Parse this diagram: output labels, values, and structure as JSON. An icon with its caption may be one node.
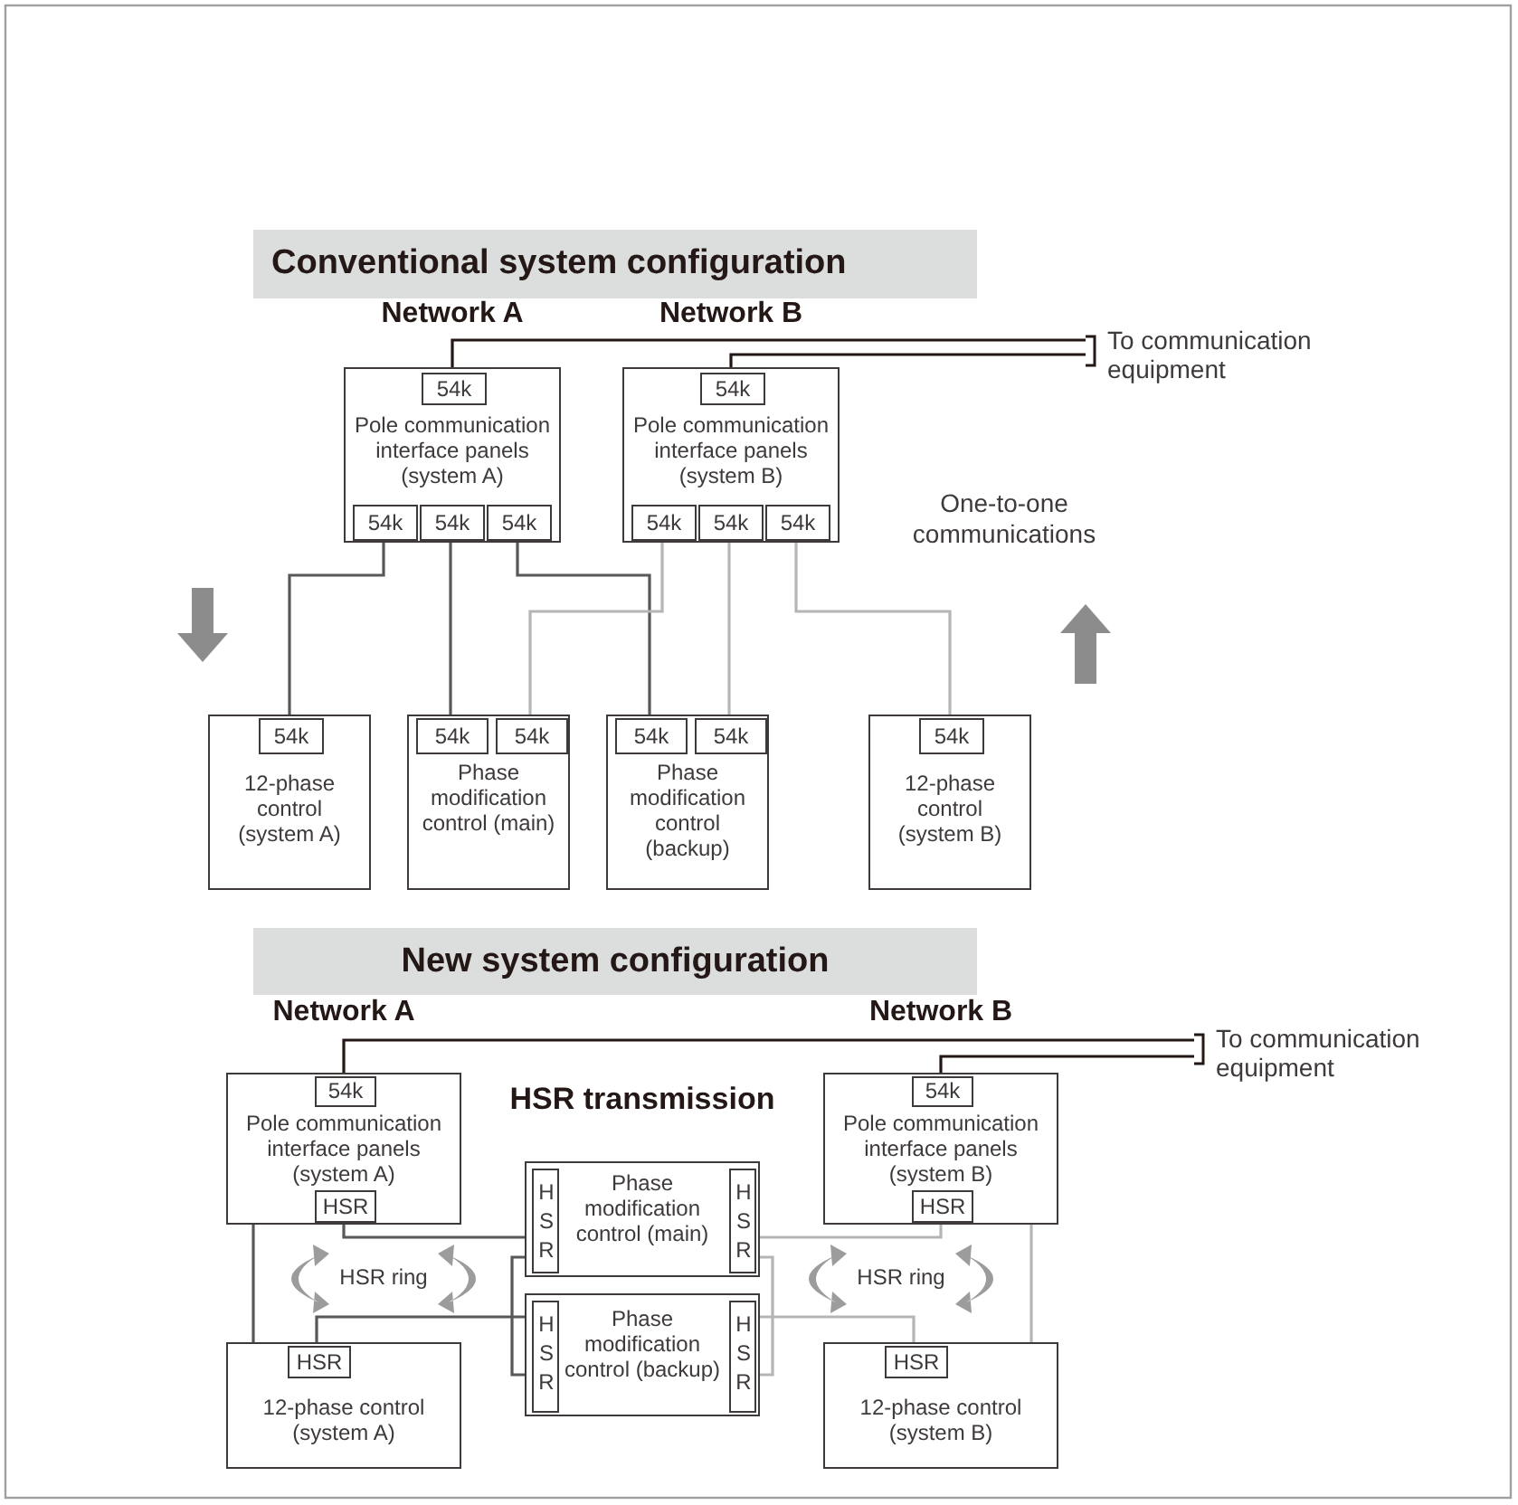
{
  "diagram": {
    "nodes": [
      {
        "text": [
          "Conventional system configuration"
        ]
      },
      {
        "text": [
          "To communication equipment"
        ]
      },
      {
        "text": [
          "Pole communication interface panels (system A)"
        ]
      },
      {
        "text": [
          "54k"
        ],
        "in": 2
      },
      {
        "text": [
          "54k"
        ],
        "in": 2
      },
      {
        "text": [
          "54k"
        ],
        "in": 2
      },
      {
        "text": [
          "54k"
        ],
        "in": 2
      },
      {
        "text": [
          "Pole communication interface panels (system B)"
        ]
      },
      {
        "text": [
          "54k"
        ],
        "in": 7
      },
      {
        "text": [
          "54k"
        ],
        "in": 7
      },
      {
        "text": [
          "54k"
        ],
        "in": 7
      },
      {
        "text": [
          "54k"
        ],
        "in": 7
      },
      {
        "text": [
          "12-phase control (system A)"
        ]
      },
      {
        "text": [
          "54k"
        ],
        "in": 12
      },
      {
        "text": [
          "Phase modification control (main)"
        ]
      },
      {
        "text": [
          "54k"
        ],
        "in": 14
      },
      {
        "text": [
          "54k"
        ],
        "in": 14
      },
      {
        "text": [
          "Phase modification control (backup)"
        ]
      },
      {
        "text": [
          "54k"
        ],
        "in": 17
      },
      {
        "text": [
          "54k"
        ],
        "in": 17
      },
      {
        "text": [
          "12-phase control (system B)"
        ]
      },
      {
        "text": [
          "54k"
        ],
        "in": 20
      },
      {
        "text": [
          "New system configuration"
        ]
      },
      {
        "text": [
          "To communication equipment"
        ]
      },
      {
        "text": [
          "Pole communication interface panels (system A)"
        ]
      },
      {
        "text": [
          "54k"
        ],
        "in": 24
      },
      {
        "text": [
          "HSR"
        ],
        "in": 24
      },
      {
        "text": [
          "Pole communication interface panels (system B)"
        ]
      },
      {
        "text": [
          "54k"
        ],
        "in": 27
      },
      {
        "text": [
          "HSR"
        ],
        "in": 27
      },
      {
        "text": [
          "Phase modification control (main)"
        ]
      },
      {
        "text": [
          "HSR"
        ],
        "in": 30
      },
      {
        "text": [
          "HSR"
        ],
        "in": 30
      },
      {
        "text": [
          "Phase modification control (backup)"
        ]
      },
      {
        "text": [
          "HSR"
        ],
        "in": 33
      },
      {
        "text": [
          "HSR"
        ],
        "in": 33
      },
      {
        "text": [
          "12-phase control (system A)"
        ]
      },
      {
        "text": [
          "HSR"
        ],
        "in": 36
      },
      {
        "text": [
          "12-phase control (system B)"
        ]
      },
      {
        "text": [
          "HSR"
        ],
        "in": 38
      }
    ],
    "edges": [
      {
        "from": 3,
        "to": 1,
        "arrow": "none",
        "color": "#231815"
      },
      {
        "from": 8,
        "to": 1,
        "arrow": "none",
        "color": "#231815"
      },
      {
        "from": 4,
        "to": 13,
        "arrow": "none"
      },
      {
        "from": 5,
        "to": 15,
        "arrow": "none"
      },
      {
        "from": 6,
        "to": 18,
        "arrow": "none"
      },
      {
        "from": 9,
        "to": 16,
        "arrow": "none",
        "color": "#b5b5b6"
      },
      {
        "from": 10,
        "to": 19,
        "arrow": "none",
        "color": "#b5b5b6"
      },
      {
        "from": 11,
        "to": 21,
        "arrow": "none",
        "color": "#b5b5b6"
      },
      {
        "from": 25,
        "to": 23,
        "arrow": "none",
        "color": "#231815"
      },
      {
        "from": 28,
        "to": 23,
        "arrow": "none",
        "color": "#231815"
      },
      {
        "from": 26,
        "to": 31,
        "arrow": "none"
      },
      {
        "from": 31,
        "to": 34,
        "arrow": "none"
      },
      {
        "from": 34,
        "to": 37,
        "arrow": "none"
      },
      {
        "from": 24,
        "to": 36,
        "arrow": "none"
      },
      {
        "from": 29,
        "to": 32,
        "arrow": "none",
        "color": "#b5b5b6"
      },
      {
        "from": 32,
        "to": 35,
        "arrow": "none",
        "color": "#b5b5b6"
      },
      {
        "from": 35,
        "to": 39,
        "arrow": "none",
        "color": "#b5b5b6"
      },
      {
        "from": 27,
        "to": 38,
        "arrow": "none",
        "color": "#b5b5b6"
      }
    ],
    "labels": [
      "Network A",
      "Network B",
      "One-to-one communications",
      "Network A",
      "Network B",
      "HSR transmission",
      "HSR ring",
      "HSR ring"
    ]
  }
}
